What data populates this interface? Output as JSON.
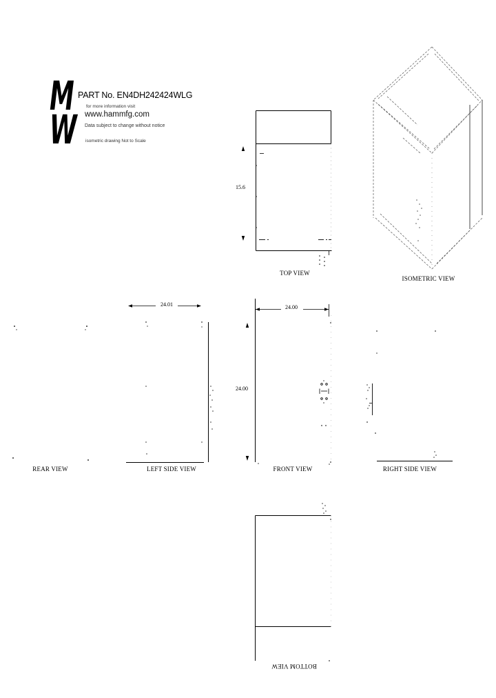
{
  "sheet": {
    "logo_m": "M",
    "logo_w": "W",
    "part_label": "PART No.  EN4DH242424WLG",
    "info_line": "for more information visit",
    "website": "www.hammfg.com",
    "notice": "Data subject to change without notice",
    "scale_note": "isometric drawing Not to Scale"
  },
  "views": {
    "top": {
      "label": "TOP VIEW",
      "depth_dim": "15.6"
    },
    "isometric": {
      "label": "ISOMETRIC VIEW"
    },
    "rear": {
      "label": "REAR VIEW"
    },
    "left_side": {
      "label": "LEFT SIDE VIEW",
      "width_dim": "24.01"
    },
    "front": {
      "label": "FRONT VIEW",
      "width_dim": "24.00",
      "height_dim": "24.00"
    },
    "right_side": {
      "label": "RIGHT SIDE VIEW"
    },
    "bottom": {
      "label": "BOTTOM VIEW"
    }
  },
  "colors": {
    "line": "#000000",
    "faint_line": "#999999",
    "background": "#ffffff"
  }
}
